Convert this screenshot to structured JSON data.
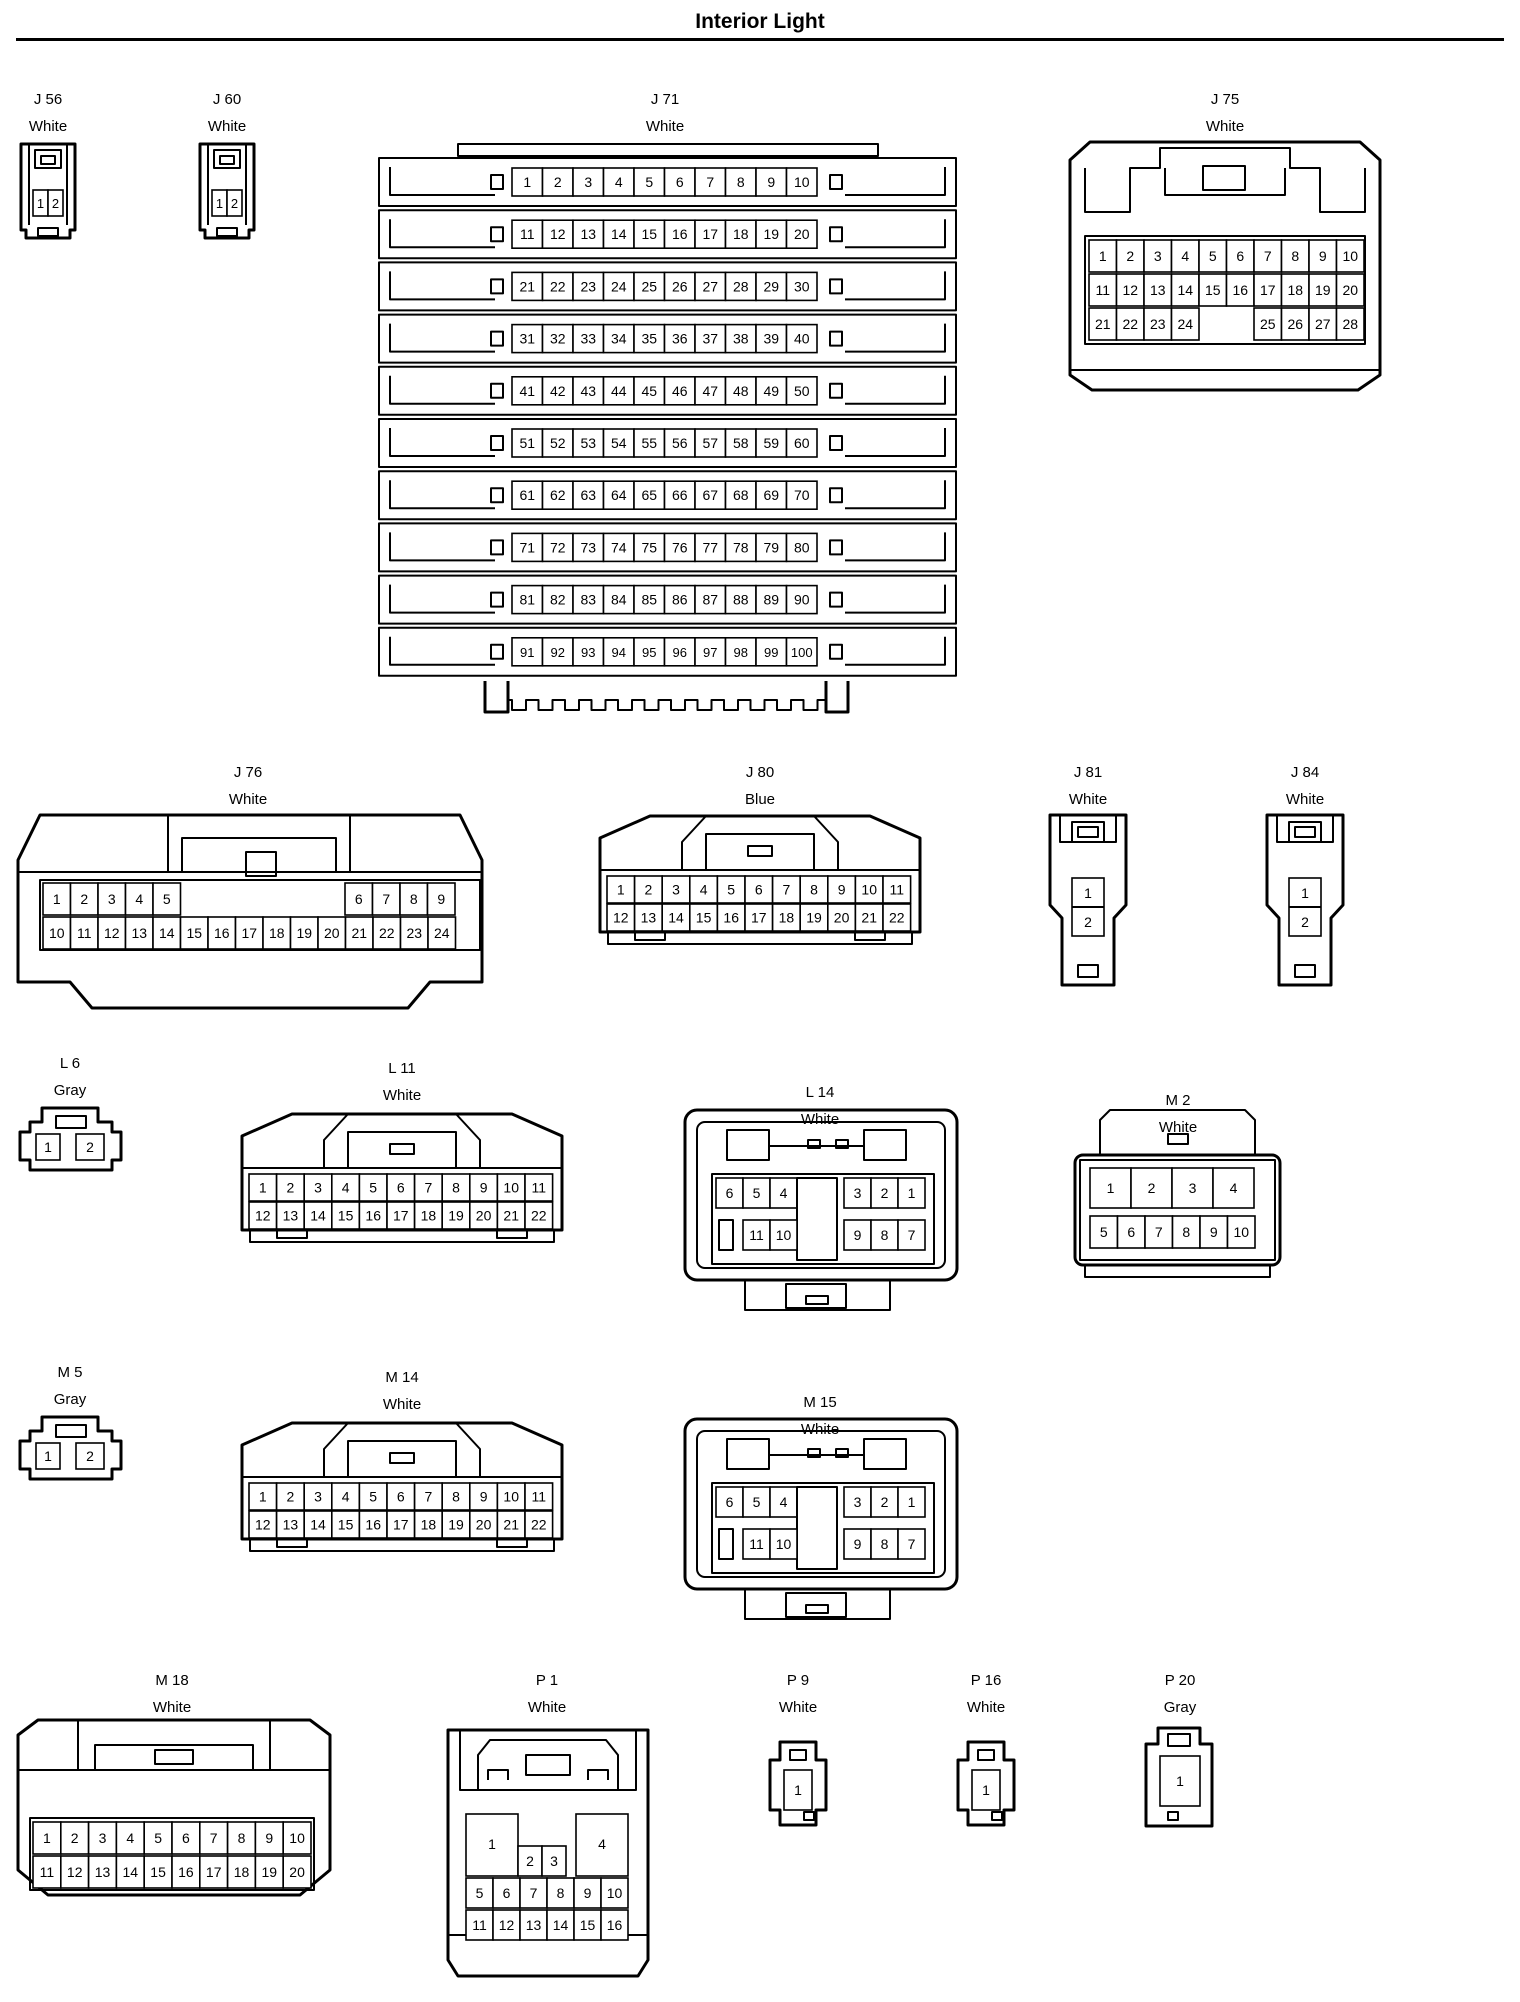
{
  "title": "Interior Light",
  "connectors": [
    {
      "id": "J56",
      "label": "J 56",
      "color": "White",
      "pins": [
        "1",
        "2"
      ]
    },
    {
      "id": "J60",
      "label": "J 60",
      "color": "White",
      "pins": [
        "1",
        "2"
      ]
    },
    {
      "id": "J71",
      "label": "J 71",
      "color": "White",
      "pin_count": 100
    },
    {
      "id": "J75",
      "label": "J 75",
      "color": "White",
      "pin_count": 28
    },
    {
      "id": "J76",
      "label": "J 76",
      "color": "White",
      "pin_count": 24
    },
    {
      "id": "J80",
      "label": "J 80",
      "color": "Blue",
      "pin_count": 22
    },
    {
      "id": "J81",
      "label": "J 81",
      "color": "White",
      "pins": [
        "1",
        "2"
      ]
    },
    {
      "id": "J84",
      "label": "J 84",
      "color": "White",
      "pins": [
        "1",
        "2"
      ]
    },
    {
      "id": "L6",
      "label": "L 6",
      "color": "Gray",
      "pins": [
        "1",
        "2"
      ]
    },
    {
      "id": "L11",
      "label": "L 11",
      "color": "White",
      "pin_count": 22
    },
    {
      "id": "L14",
      "label": "L 14",
      "color": "White",
      "pin_count": 11
    },
    {
      "id": "M2",
      "label": "M 2",
      "color": "White",
      "pin_count": 10
    },
    {
      "id": "M5",
      "label": "M 5",
      "color": "Gray",
      "pins": [
        "1",
        "2"
      ]
    },
    {
      "id": "M14",
      "label": "M 14",
      "color": "White",
      "pin_count": 22
    },
    {
      "id": "M15",
      "label": "M 15",
      "color": "White",
      "pin_count": 11
    },
    {
      "id": "M18",
      "label": "M 18",
      "color": "White",
      "pin_count": 20
    },
    {
      "id": "P1",
      "label": "P 1",
      "color": "White",
      "pin_count": 16
    },
    {
      "id": "P9",
      "label": "P 9",
      "color": "White",
      "pins": [
        "1"
      ]
    },
    {
      "id": "P16",
      "label": "P 16",
      "color": "White",
      "pins": [
        "1"
      ]
    },
    {
      "id": "P20",
      "label": "P 20",
      "color": "Gray",
      "pins": [
        "1"
      ]
    }
  ]
}
